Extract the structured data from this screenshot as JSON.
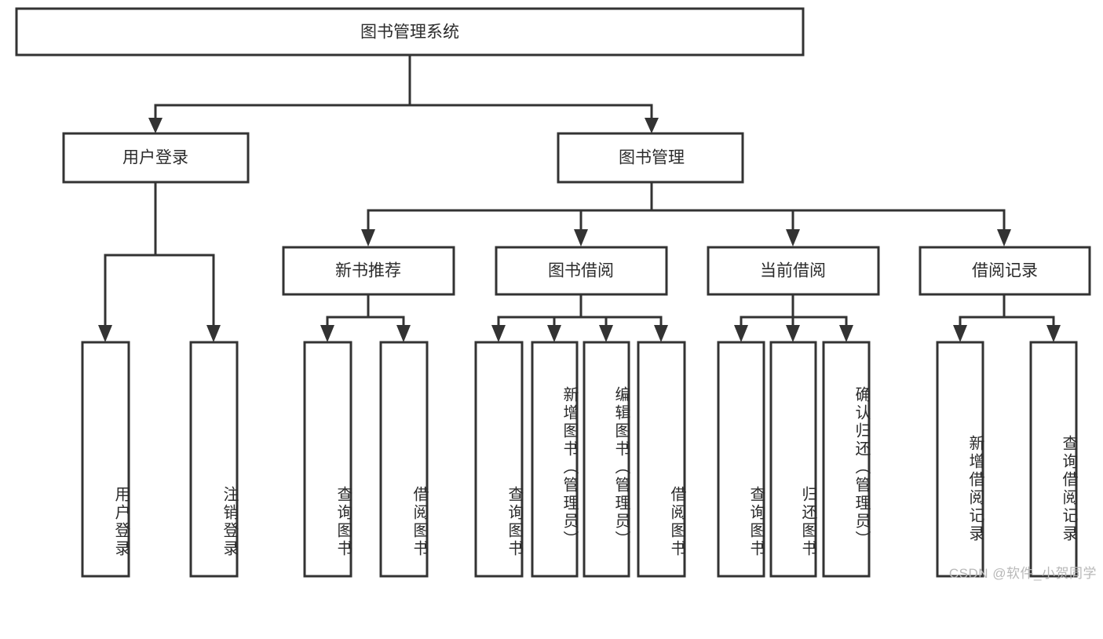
{
  "diagram": {
    "type": "tree-hierarchy-chart",
    "title": "图书管理系统",
    "watermark": "CSDN @软件_小贺同学",
    "colors": {
      "stroke": "#333333",
      "fill": "#ffffff",
      "text": "#2b2b2b",
      "watermark": "#b8b8b8"
    },
    "levels": {
      "level1": {
        "label": "图书管理系统"
      },
      "level2": [
        {
          "id": "user-login",
          "label": "用户登录"
        },
        {
          "id": "book-management",
          "label": "图书管理"
        }
      ],
      "level3": [
        {
          "id": "new-book-recommend",
          "label": "新书推荐",
          "parent": "book-management"
        },
        {
          "id": "book-borrow",
          "label": "图书借阅",
          "parent": "book-management"
        },
        {
          "id": "current-borrow",
          "label": "当前借阅",
          "parent": "book-management"
        },
        {
          "id": "borrow-record",
          "label": "借阅记录",
          "parent": "book-management"
        }
      ],
      "level4": [
        {
          "id": "leaf-user-login",
          "label": "用户登录",
          "parent": "user-login"
        },
        {
          "id": "leaf-logout-login",
          "label": "注销登录",
          "parent": "user-login"
        },
        {
          "id": "leaf-query-book-1",
          "label": "查询图书",
          "parent": "new-book-recommend"
        },
        {
          "id": "leaf-borrow-book-1",
          "label": "借阅图书",
          "parent": "new-book-recommend"
        },
        {
          "id": "leaf-query-book-2",
          "label": "查询图书",
          "parent": "book-borrow"
        },
        {
          "id": "leaf-add-book",
          "label": "新增图书（管理员）",
          "parent": "book-borrow"
        },
        {
          "id": "leaf-edit-book",
          "label": "编辑图书（管理员）",
          "parent": "book-borrow"
        },
        {
          "id": "leaf-borrow-book-2",
          "label": "借阅图书",
          "parent": "book-borrow"
        },
        {
          "id": "leaf-query-book-3",
          "label": "查询图书",
          "parent": "current-borrow"
        },
        {
          "id": "leaf-return-book",
          "label": "归还图书",
          "parent": "current-borrow"
        },
        {
          "id": "leaf-confirm-return",
          "label": "确认归还（管理员）",
          "parent": "current-borrow"
        },
        {
          "id": "leaf-add-record",
          "label": "新增借阅记录",
          "parent": "borrow-record"
        },
        {
          "id": "leaf-query-record",
          "label": "查询借阅记录",
          "parent": "borrow-record"
        }
      ]
    }
  }
}
